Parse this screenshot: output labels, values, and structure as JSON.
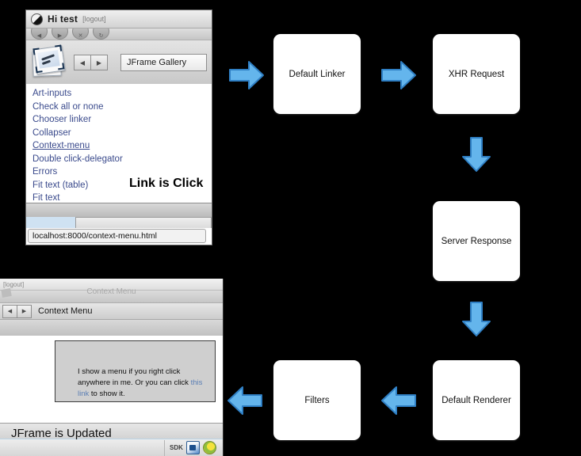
{
  "top_window": {
    "titlebar": {
      "greeting": "Hi test",
      "logout": "[logout]",
      "logo_icon": "half-filled-circle-icon"
    },
    "toolbar_buttons": [
      "back-button",
      "forward-button",
      "stop-button",
      "reload-button"
    ],
    "app_icon": "photo-gallery-icon",
    "nav": {
      "back": "◀",
      "forward": "▶"
    },
    "location_value": "JFrame Gallery",
    "links": [
      {
        "label": "Art-inputs",
        "underlined": false
      },
      {
        "label": "Check all or none",
        "underlined": false
      },
      {
        "label": "Chooser linker",
        "underlined": false
      },
      {
        "label": "Collapser",
        "underlined": false
      },
      {
        "label": "Context-menu",
        "underlined": true
      },
      {
        "label": "Double click-delegator",
        "underlined": false
      },
      {
        "label": "Errors",
        "underlined": false
      },
      {
        "label": "Fit text (table)",
        "underlined": false
      },
      {
        "label": "Fit text",
        "underlined": false
      }
    ],
    "overlay_message": "Link is Click",
    "status_url": "localhost:8000/context-menu.html"
  },
  "bottom_window": {
    "logout": "[logout]",
    "ghost_title": "Context Menu",
    "nav": {
      "back": "◀",
      "forward": "▶"
    },
    "page_title": "Context Menu",
    "context_box": {
      "line1": "I show a menu if you right click",
      "line2": "anywhere in me. Or you can click",
      "link": "this link",
      "line3": " to show it."
    },
    "jframe_status": "JFrame is Updated",
    "taskbar": {
      "sdk_label": "SDK",
      "icons": [
        "document-icon",
        "swirl-icon"
      ]
    }
  },
  "flowchart": {
    "background": "#000000",
    "box_fill": "#ffffff",
    "arrow_fill": "#64b5ec",
    "arrow_stroke": "#2f7fc4",
    "nodes": [
      {
        "id": "default-linker",
        "label": "Default Linker"
      },
      {
        "id": "xhr-request",
        "label": "XHR Request"
      },
      {
        "id": "server-response",
        "label": "Server Response"
      },
      {
        "id": "default-renderer",
        "label": "Default Renderer"
      },
      {
        "id": "filters",
        "label": "Filters"
      }
    ],
    "arrows": [
      {
        "id": "arrow-in",
        "direction": "right"
      },
      {
        "id": "arrow-linker-to-xhr",
        "direction": "right"
      },
      {
        "id": "arrow-xhr-to-server",
        "direction": "down"
      },
      {
        "id": "arrow-server-to-renderer",
        "direction": "down"
      },
      {
        "id": "arrow-renderer-to-filters",
        "direction": "left"
      },
      {
        "id": "arrow-out",
        "direction": "left"
      }
    ]
  }
}
